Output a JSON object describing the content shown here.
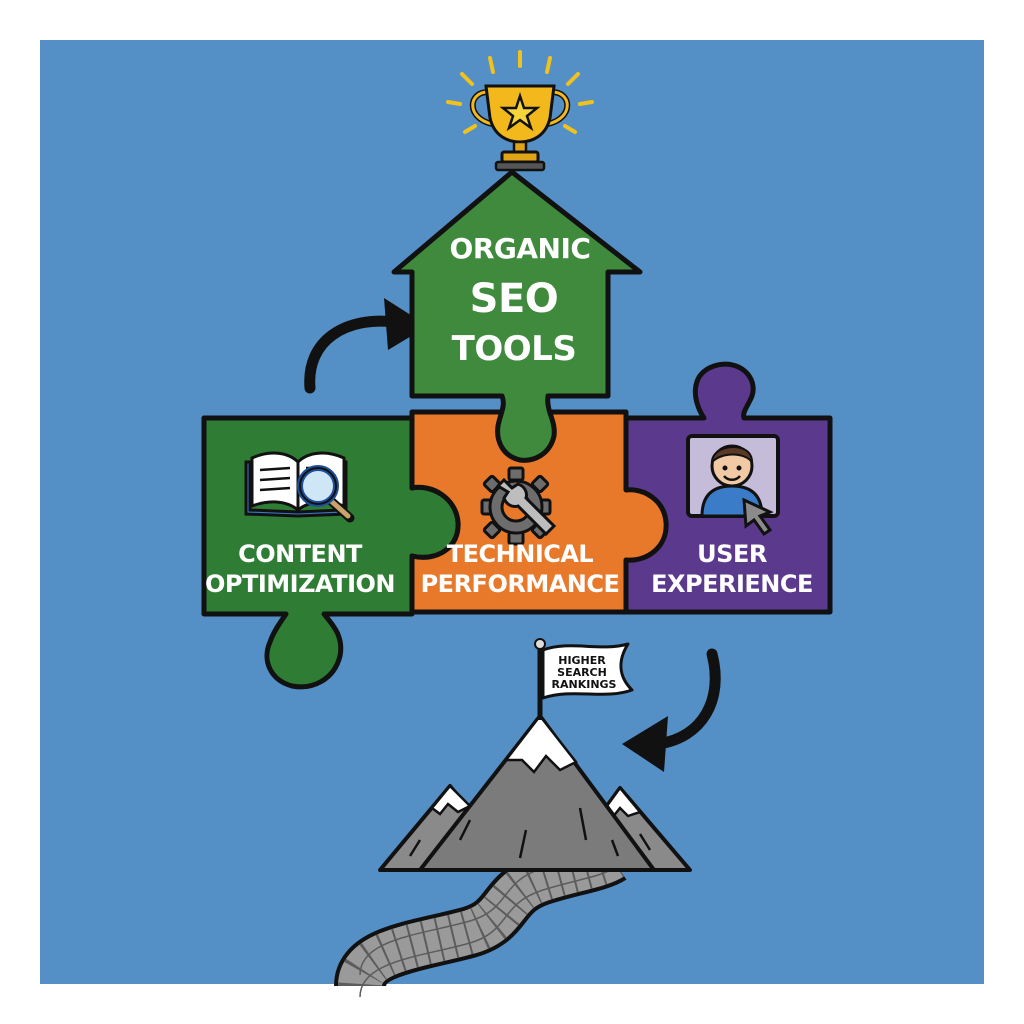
{
  "arrow": {
    "line1": "ORGANIC",
    "line2": "SEO",
    "line3": "TOOLS"
  },
  "pieces": [
    {
      "line1": "CONTENT",
      "line2": "OPTIMIZATION",
      "icon": "book-magnifier-icon",
      "color": "#2f7d35"
    },
    {
      "line1": "TECHNICAL",
      "line2": "PERFORMANCE",
      "icon": "gear-wrench-icon",
      "color": "#e8792b"
    },
    {
      "line1": "USER",
      "line2": "EXPERIENCE",
      "icon": "user-cursor-icon",
      "color": "#5b3a8e"
    }
  ],
  "flag": {
    "line1": "HIGHER",
    "line2": "SEARCH",
    "line3": "RANKINGS"
  },
  "colors": {
    "background": "#5490c6",
    "arrow": "#3f8a3c",
    "trophy": "#f2b81c",
    "mountain": "#7b7b7b"
  }
}
